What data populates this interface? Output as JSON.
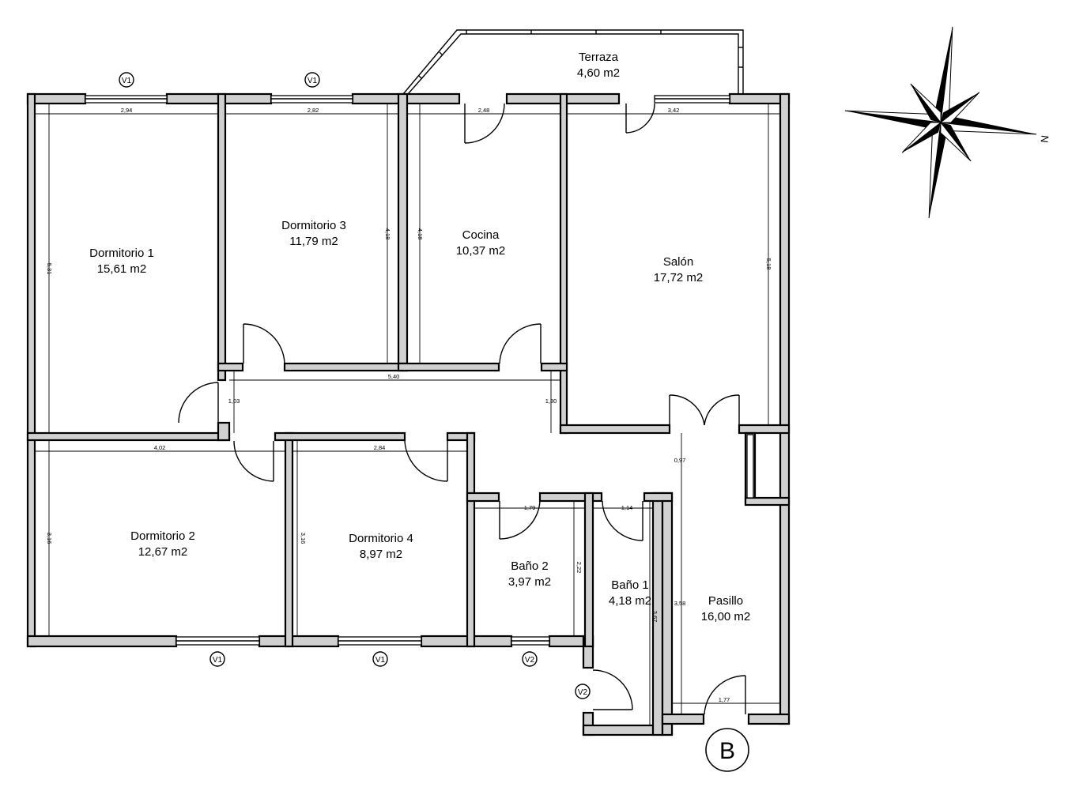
{
  "rooms": {
    "dormitorio1": {
      "name": "Dormitorio 1",
      "area": "15,61 m2"
    },
    "dormitorio3": {
      "name": "Dormitorio 3",
      "area": "11,79 m2"
    },
    "cocina": {
      "name": "Cocina",
      "area": "10,37 m2"
    },
    "salon": {
      "name": "Salón",
      "area": "17,72 m2"
    },
    "terraza": {
      "name": "Terraza",
      "area": "4,60 m2"
    },
    "dormitorio2": {
      "name": "Dormitorio 2",
      "area": "12,67 m2"
    },
    "dormitorio4": {
      "name": "Dormitorio 4",
      "area": "8,97 m2"
    },
    "bano2": {
      "name": "Baño 2",
      "area": "3,97 m2"
    },
    "bano1": {
      "name": "Baño 1",
      "area": "4,18 m2"
    },
    "pasillo": {
      "name": "Pasillo",
      "area": "16,00 m2"
    }
  },
  "dimensions": {
    "d1_width": "2,94",
    "d3_width": "2,82",
    "cocina_width": "2,48",
    "salon_width": "3,42",
    "d1_height": "5,31",
    "d3_height": "4,18",
    "cocina_height": "4,18",
    "salon_height": "5,18",
    "corridor_length": "5,40",
    "corridor_left": "1,03",
    "corridor_right": "1,30",
    "d2_width": "4,02",
    "d4_width": "2,84",
    "d2_height": "3,16",
    "d4_height": "3,16",
    "bano2_width": "1,79",
    "bano1_width": "1,14",
    "bano2_height": "2,22",
    "bano1_height": "3,67",
    "pasillo_upper": "0,97",
    "pasillo_height": "3,58",
    "entry_width": "1,77"
  },
  "window_tags": {
    "top_left": "V1",
    "top_mid": "V1",
    "bottom_left": "V1",
    "bottom_mid": "V1",
    "bottom_right": "V2",
    "bano1": "V2"
  },
  "block_label": "B",
  "compass": {
    "north_label": "N",
    "icon": "compass-rose-icon"
  }
}
